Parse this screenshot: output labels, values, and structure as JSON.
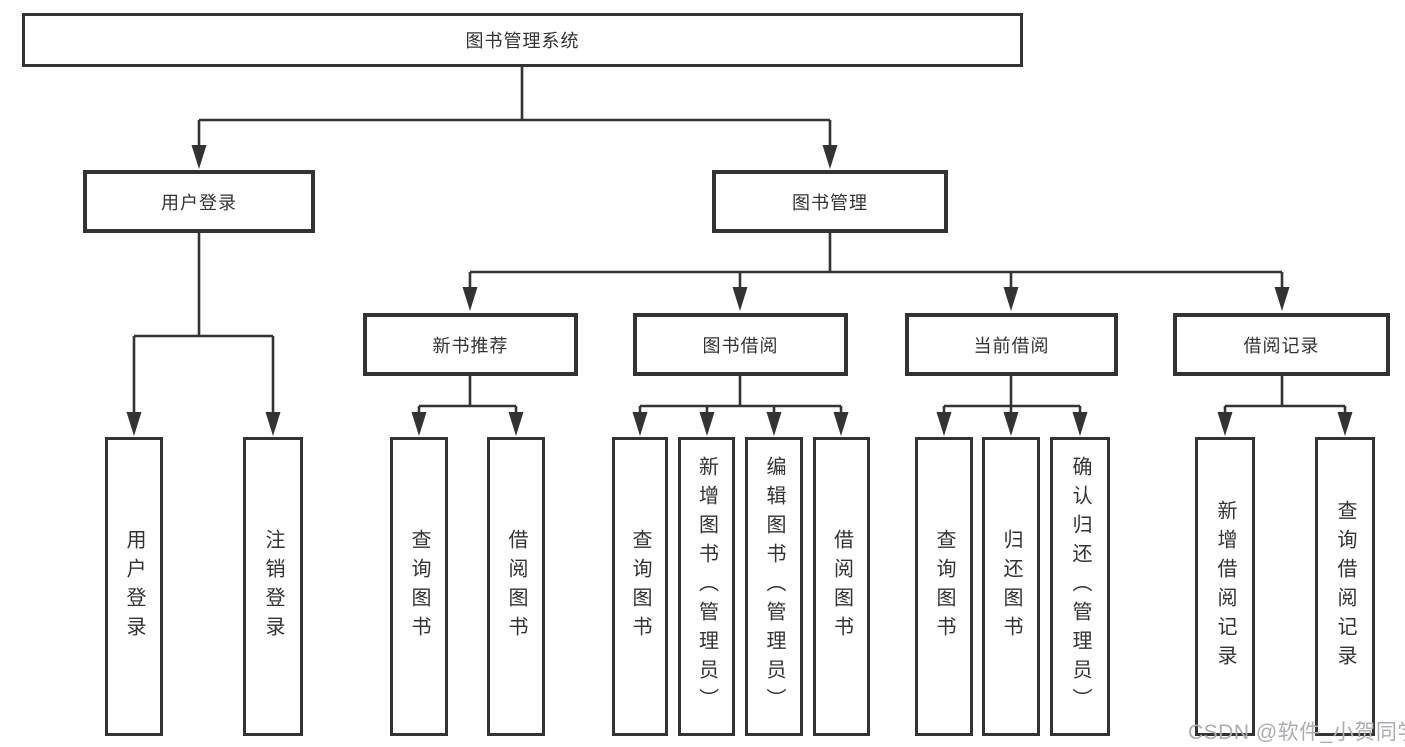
{
  "diagram": {
    "root": {
      "label": "图书管理系统"
    },
    "branches": [
      {
        "label": "用户登录",
        "children": [
          {
            "label": "用户登录"
          },
          {
            "label": "注销登录"
          }
        ]
      },
      {
        "label": "图书管理",
        "children": [
          {
            "label": "新书推荐",
            "children": [
              {
                "label": "查询图书"
              },
              {
                "label": "借阅图书"
              }
            ]
          },
          {
            "label": "图书借阅",
            "children": [
              {
                "label": "查询图书"
              },
              {
                "label": "新增图书（管理员）"
              },
              {
                "label": "编辑图书（管理员）"
              },
              {
                "label": "借阅图书"
              }
            ]
          },
          {
            "label": "当前借阅",
            "children": [
              {
                "label": "查询图书"
              },
              {
                "label": "归还图书"
              },
              {
                "label": "确认归还（管理员）"
              }
            ]
          },
          {
            "label": "借阅记录",
            "children": [
              {
                "label": "新增借阅记录"
              },
              {
                "label": "查询借阅记录"
              }
            ]
          }
        ]
      }
    ]
  },
  "watermark": {
    "text": "CSDN @软件_小贺同学",
    "color": "#adadb2"
  },
  "colors": {
    "line": "#333333",
    "box_border": "#333333",
    "text": "#333333",
    "background": "#ffffff"
  }
}
